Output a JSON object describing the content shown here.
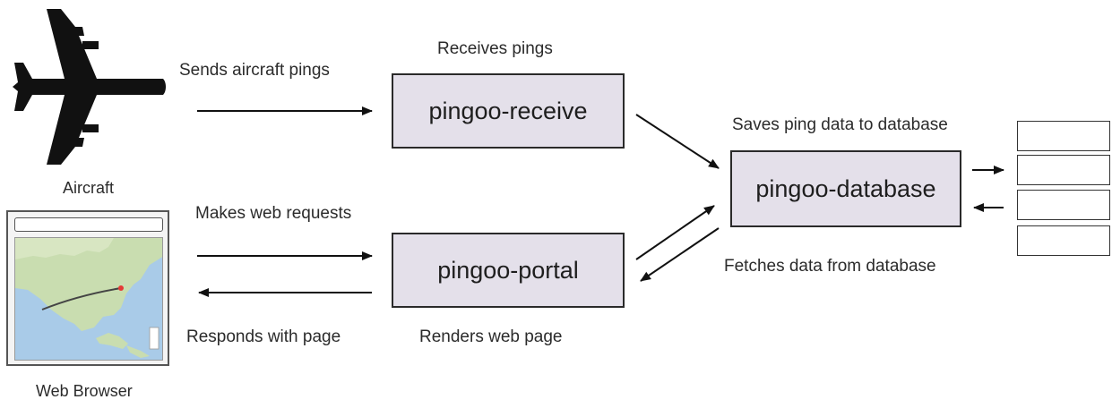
{
  "nodes": {
    "aircraft": {
      "label": "Aircraft",
      "icon": "airplane-icon"
    },
    "browser": {
      "label": "Web Browser",
      "icon": "map-icon"
    },
    "receive": {
      "label": "pingoo-receive",
      "caption": "Receives pings"
    },
    "portal": {
      "label": "pingoo-portal",
      "caption": "Renders web page"
    },
    "database": {
      "label": "pingoo-database"
    },
    "storage": {
      "icon": "database-stack-icon",
      "disks": 4
    }
  },
  "edges": {
    "sends_pings": "Sends aircraft pings",
    "web_requests": "Makes web requests",
    "responds": "Responds with page",
    "saves": "Saves ping data to database",
    "fetches": "Fetches data from database"
  },
  "colors": {
    "box_fill": "#e4e0ea",
    "box_border": "#2a2a2a",
    "plane": "#111111",
    "map_ocean": "#a9cbe8",
    "map_land": "#c9ddb0",
    "route": "#444444",
    "route_marker": "#e53935"
  }
}
